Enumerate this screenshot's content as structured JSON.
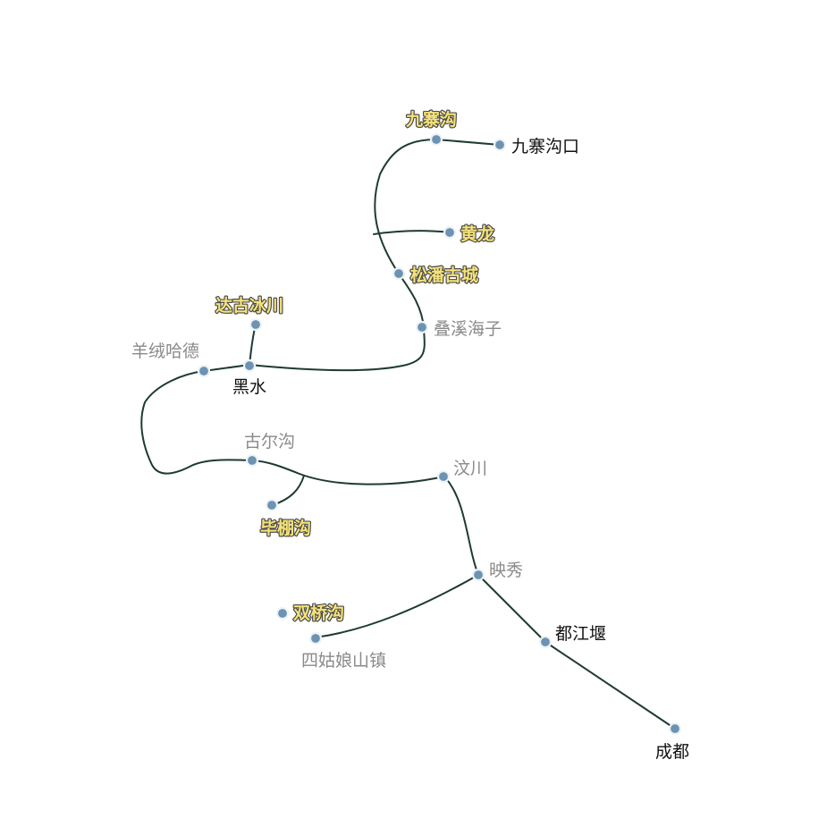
{
  "map": {
    "colors": {
      "route": "#1f3a32",
      "stop_fill": "#6d93b3",
      "label_major": "#111111",
      "label_minor": "#8a8a8a",
      "label_scenic": "#f5e37a"
    },
    "stops": [
      {
        "id": "jiuzhaigou-kou",
        "label": "九寨沟口",
        "style": "major"
      },
      {
        "id": "jiuzhaigou",
        "label": "九寨沟",
        "style": "scenic"
      },
      {
        "id": "huanglong",
        "label": "黄龙",
        "style": "scenic"
      },
      {
        "id": "songpan",
        "label": "松潘古城",
        "style": "scenic"
      },
      {
        "id": "diexi",
        "label": "叠溪海子",
        "style": "minor"
      },
      {
        "id": "dagu",
        "label": "达古冰川",
        "style": "scenic"
      },
      {
        "id": "yangronghade",
        "label": "羊绒哈德",
        "style": "minor"
      },
      {
        "id": "heishui",
        "label": "黑水",
        "style": "major"
      },
      {
        "id": "gu-ergou",
        "label": "古尔沟",
        "style": "minor"
      },
      {
        "id": "bipenggou",
        "label": "毕棚沟",
        "style": "scenic"
      },
      {
        "id": "wenchuan",
        "label": "汶川",
        "style": "minor"
      },
      {
        "id": "yingxiu",
        "label": "映秀",
        "style": "minor"
      },
      {
        "id": "shuangqiaogou",
        "label": "双桥沟",
        "style": "scenic"
      },
      {
        "id": "siguniangshan",
        "label": "四姑娘山镇",
        "style": "minor"
      },
      {
        "id": "dujiangyan",
        "label": "都江堰",
        "style": "major"
      },
      {
        "id": "chengdu",
        "label": "成都",
        "style": "major"
      }
    ]
  }
}
